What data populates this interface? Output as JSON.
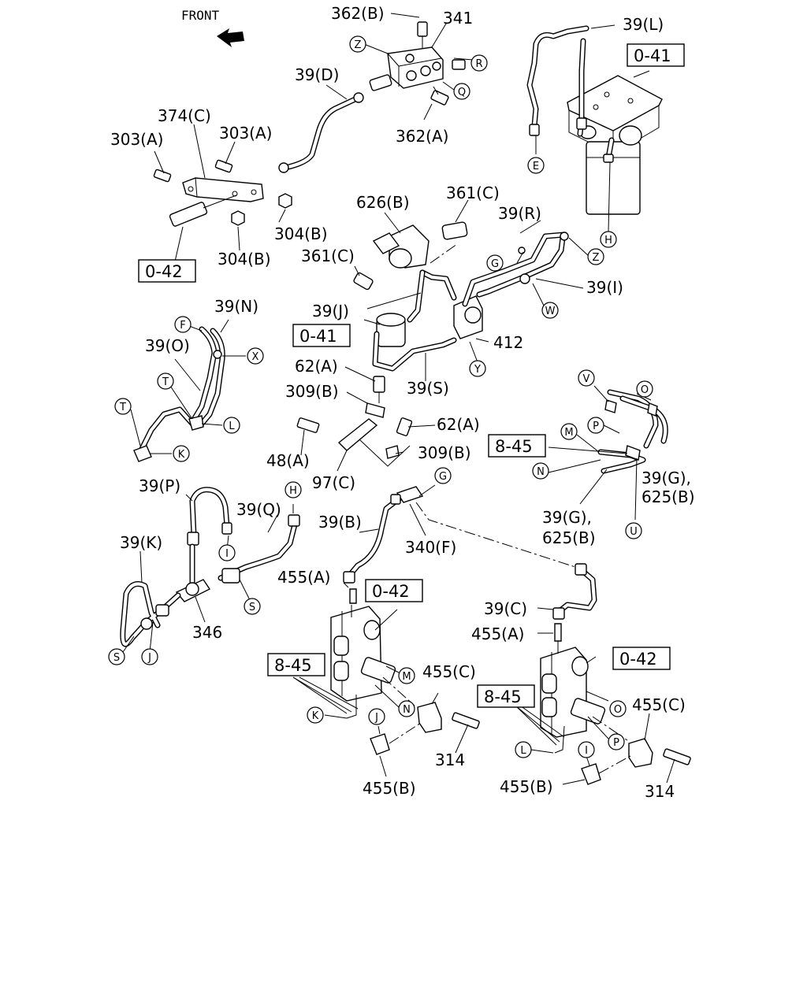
{
  "orientation": {
    "front_label": "FRONT",
    "arrow_icon": "front-arrow-icon"
  },
  "part_labels": [
    "362(B)",
    "341",
    "39(L)",
    "39(D)",
    "374(C)",
    "303(A)",
    "303(A)",
    "362(A)",
    "304(B)",
    "304(B)",
    "626(B)",
    "361(C)",
    "39(R)",
    "361(C)",
    "39(I)",
    "39(J)",
    "412",
    "62(A)",
    "39(S)",
    "309(B)",
    "39(N)",
    "39(O)",
    "62(A)",
    "48(A)",
    "309(B)",
    "97(C)",
    "39(P)",
    "39(Q)",
    "39(B)",
    "39(K)",
    "340(F)",
    "455(A)",
    "346",
    "39(G),",
    "625(B)",
    "39(G),",
    "625(B)",
    "39(C)",
    "455(A)",
    "455(C)",
    "455(C)",
    "314",
    "455(B)",
    "314",
    "455(B)"
  ],
  "reference_boxes": [
    "0-41",
    "0-42",
    "0-41",
    "8-45",
    "0-42",
    "0-42",
    "8-45",
    "8-45"
  ],
  "callouts": [
    "Z",
    "R",
    "Q",
    "E",
    "H",
    "Z",
    "G",
    "W",
    "Y",
    "F",
    "X",
    "T",
    "L",
    "T",
    "K",
    "V",
    "O",
    "M",
    "P",
    "N",
    "U",
    "G",
    "H",
    "I",
    "S",
    "S",
    "J",
    "M",
    "N",
    "K",
    "J",
    "O",
    "P",
    "L",
    "I"
  ]
}
